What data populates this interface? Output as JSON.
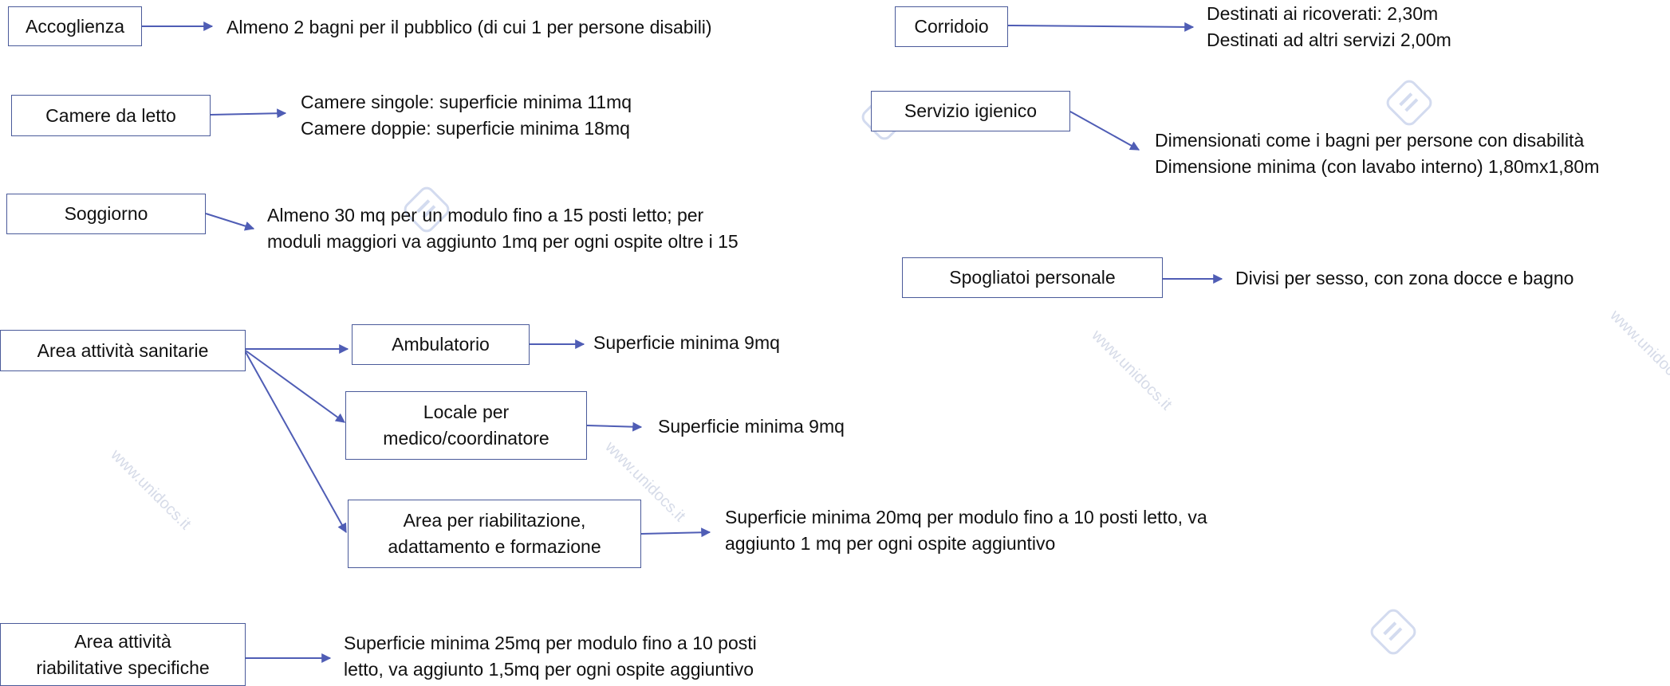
{
  "watermark": {
    "text": "www.unidocs.it",
    "logo_icon": "unidocs-logo-icon"
  },
  "colors": {
    "connector": "#4f5db5",
    "box_border": "#4a5a9a",
    "watermark": "#d6dbe8"
  },
  "nodes": {
    "accoglienza": {
      "label": "Accoglienza",
      "note": "Almeno 2 bagni per il pubblico (di cui 1 per persone disabili)"
    },
    "camere": {
      "label": "Camere da letto",
      "note": "Camere singole: superficie minima 11mq\nCamere doppie: superficie minima 18mq"
    },
    "soggiorno": {
      "label": "Soggiorno",
      "note": "Almeno 30 mq per un modulo fino a 15 posti letto; per\nmoduli maggiori va aggiunto 1mq per ogni ospite oltre i 15"
    },
    "sanitarie": {
      "label": "Area attività sanitarie"
    },
    "ambulatorio": {
      "label": "Ambulatorio",
      "note": "Superficie minima 9mq"
    },
    "medico": {
      "label": "Locale per\nmedico/coordinatore",
      "note": "Superficie minima 9mq"
    },
    "riabilitazione": {
      "label": "Area per riabilitazione,\nadattamento e formazione",
      "note": "Superficie minima 20mq per modulo fino a 10 posti letto, va\naggiunto 1 mq per ogni ospite aggiuntivo"
    },
    "riabilitative": {
      "label": "Area attività\nriabilitative specifiche",
      "note": "Superficie minima 25mq per modulo fino a 10 posti\nletto, va aggiunto 1,5mq per ogni ospite aggiuntivo"
    },
    "corridoio": {
      "label": "Corridoio",
      "note": "Destinati ai ricoverati: 2,30m\nDestinati ad altri servizi 2,00m"
    },
    "servizio": {
      "label": "Servizio igienico",
      "note": "Dimensionati come i bagni per persone con disabilità\nDimensione minima (con lavabo interno) 1,80mx1,80m"
    },
    "spogliatoi": {
      "label": "Spogliatoi personale",
      "note": "Divisi per sesso, con zona docce e bagno"
    }
  }
}
